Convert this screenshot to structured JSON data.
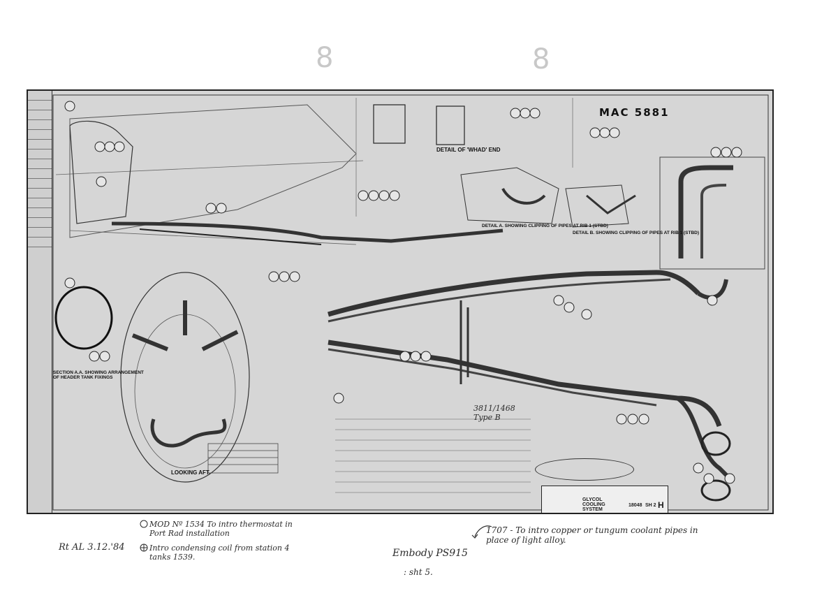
{
  "page": {
    "faint_numbers": [
      "8",
      "8"
    ]
  },
  "drawing": {
    "code": "MAC 5881",
    "labels": {
      "detail_whad_end": "DETAIL OF 'WHAD' END",
      "detail_a": "DETAIL A. SHOWING CLIPPING OF PIPES AT RIB 1 (STBD)",
      "detail_b": "DETAIL B. SHOWING CLIPPING OF PIPES AT RIB 1 (STBD)",
      "section_aa": "SECTION A.A. SHOWING ARRANGEMENT OF HEADER TANK FIXINGS",
      "looking_aft": "LOOKING AFT.",
      "annotation_3": "3811/1468 Type B"
    },
    "title_block": {
      "title": "GLYCOL COOLING SYSTEM",
      "number": "18048",
      "sheet": "SH 2",
      "issue": "H"
    }
  },
  "annotations": {
    "mod_note": "MOD Nº 1534 To intro thermostat in Port Rad installation",
    "intro_note": "Intro condensing coil from station 4 tanks 1539.",
    "date_note": "Rt AL 3.12.'84",
    "emb_note": "Embody PS915",
    "sht_note": ": sht 5.",
    "coolant_note": "1707 - To intro copper or tungum coolant pipes in place of light alloy."
  },
  "colors": {
    "paper": "#ffffff",
    "sheet": "#d6d6d6",
    "ink": "#1a1a1a",
    "pencil": "#2b2b2b"
  }
}
